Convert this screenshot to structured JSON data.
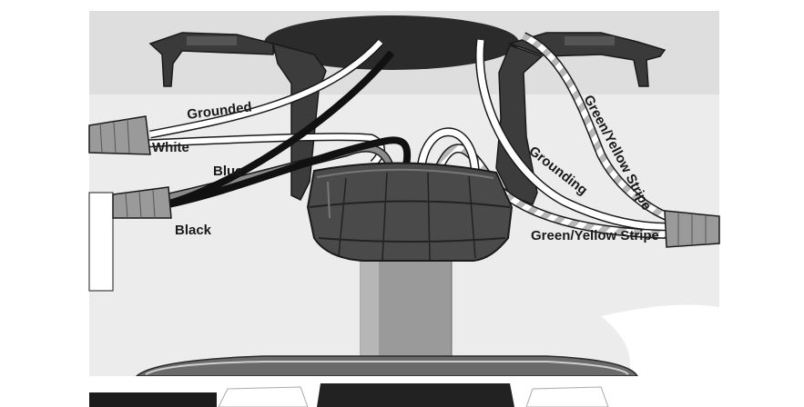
{
  "labels": {
    "grounded": "Grounded",
    "white": "White",
    "blue": "Blue",
    "black": "Black",
    "grounding": "Grounding",
    "green_yellow_stripe_top": "Green/Yellow Stripe",
    "green_yellow_stripe_bottom": "Green/Yellow Stripe"
  }
}
